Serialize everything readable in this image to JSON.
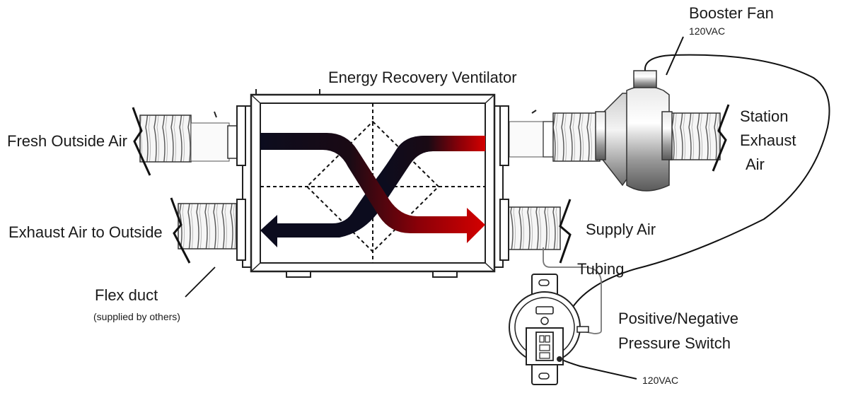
{
  "diagram": {
    "title": "Energy Recovery Ventilator",
    "labels": {
      "booster_fan": "Booster Fan",
      "booster_fan_voltage": "120VAC",
      "fresh_outside_air": "Fresh Outside Air",
      "exhaust_air_to_outside": "Exhaust Air to Outside",
      "flex_duct": "Flex duct",
      "flex_duct_note": "(supplied by others)",
      "station_exhaust_air": [
        "Station",
        "Exhaust",
        "Air"
      ],
      "supply_air": "Supply Air",
      "tubing": "Tubing",
      "pressure_switch": [
        "Positive/Negative",
        "Pressure Switch"
      ],
      "switch_voltage": "120VAC"
    },
    "colors": {
      "cold_air": "#0c0c1e",
      "warm_air": "#b30000",
      "line": "#1a1a1a",
      "fan_metal": "#9a9a9a"
    }
  }
}
